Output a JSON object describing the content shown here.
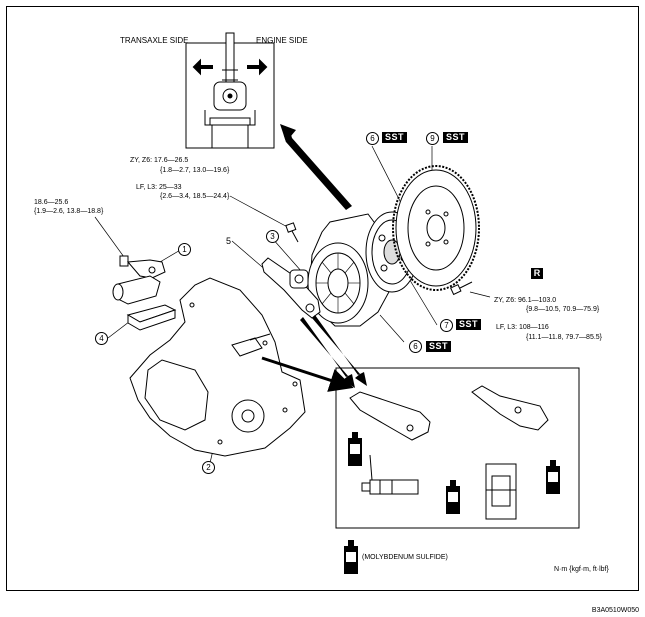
{
  "top_inset": {
    "left_label": "TRANSAXLE SIDE",
    "right_label": "ENGINE SIDE"
  },
  "torque_specs": {
    "cover_bolt_zy": "ZY, Z6: 17.6—26.5",
    "cover_bolt_zy_alt": "{1.8—2.7, 13.0—19.6}",
    "cover_bolt_lf": "LF, L3: 25—33",
    "cover_bolt_lf_alt": "{2.6—3.4, 18.5—24.4}",
    "cylinder_val": "18.6—25.6",
    "cylinder_alt": "{1.9—2.6, 13.8—18.8}",
    "flywheel_zy": "ZY, Z6:  96.1—103.0",
    "flywheel_zy_alt": "{9.8—10.5, 70.9—75.9}",
    "flywheel_lf": "LF, L3:  108—116",
    "flywheel_lf_alt": "{11.1—11.8, 79.7—85.5}"
  },
  "part_numbers": {
    "p1": "1",
    "p2": "2",
    "p3": "3",
    "p4": "4",
    "p5": "5",
    "p6a": "6",
    "p6b": "6",
    "p7": "7",
    "p9": "9"
  },
  "badges": {
    "sst": "SST",
    "r": "R"
  },
  "lubricant_note": "(MOLYBDENUM SULFIDE)",
  "units_note": "N·m {kgf·m, ft·lbf}",
  "figure_code": "B3A0510W050"
}
